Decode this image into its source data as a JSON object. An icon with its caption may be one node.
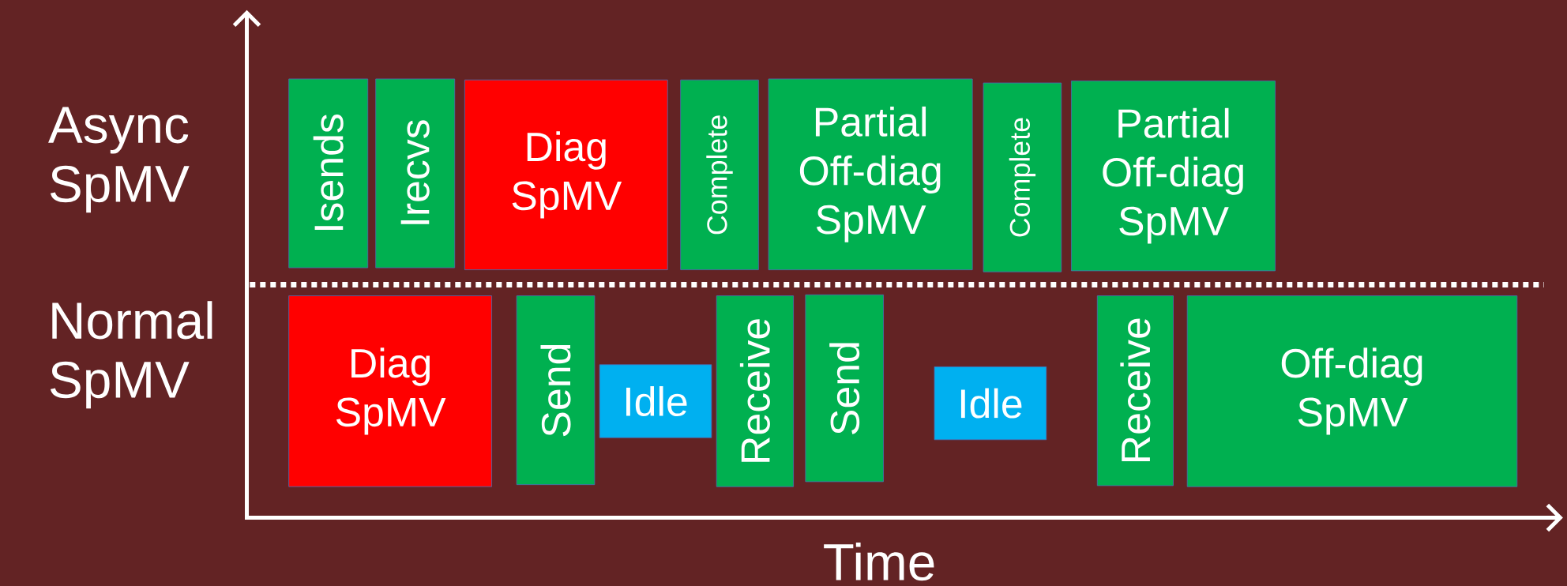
{
  "diagram": {
    "nodes": [
      {
        "text": [
          "Isends"
        ]
      },
      {
        "text": [
          "Irecvs"
        ]
      },
      {
        "text": [
          "Diag SpMV"
        ]
      },
      {
        "text": [
          "Complete"
        ]
      },
      {
        "text": [
          "Partial Off-diag SpMV"
        ]
      },
      {
        "text": [
          "Complete"
        ]
      },
      {
        "text": [
          "Partial Off-diag SpMV"
        ]
      },
      {
        "text": [
          "Diag SpMV"
        ]
      },
      {
        "text": [
          "Send"
        ]
      },
      {
        "text": [
          "Idle"
        ]
      },
      {
        "text": [
          "Receive"
        ]
      },
      {
        "text": [
          "Send"
        ]
      },
      {
        "text": [
          "Idle"
        ]
      },
      {
        "text": [
          "Receive"
        ]
      },
      {
        "text": [
          "Off-diag SpMV"
        ]
      }
    ],
    "labels": [
      "Async SpMV",
      "Normal SpMV",
      "Time"
    ]
  }
}
